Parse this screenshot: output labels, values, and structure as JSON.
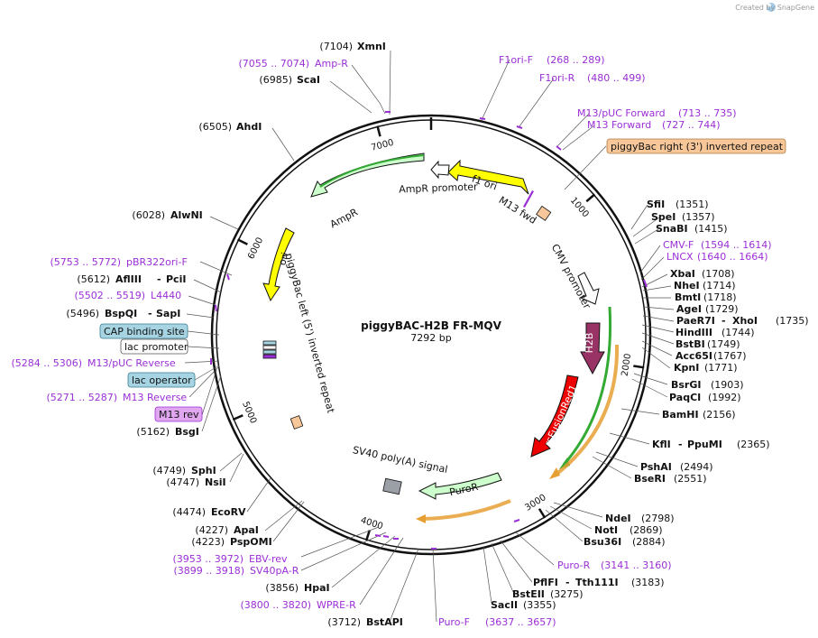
{
  "watermark": "Created by SnapGene",
  "plasmid": {
    "name": "piggyBAC-H2B FR-MQV",
    "length_label": "7292 bp"
  },
  "ruler_ticks": [
    "1000",
    "2000",
    "3000",
    "4000",
    "5000",
    "6000",
    "7000"
  ],
  "features_text": {
    "ampr": "AmpR",
    "ampr_promoter": "AmpR promoter",
    "f1_ori": "f1 ori",
    "m13_fwd": "M13 fwd",
    "ori": "ori",
    "piggybac_left": "piggyBac left (5') inverted repeat",
    "cmv_promoter": "CMV promoter",
    "h2b": "H2B",
    "rsfusionred1": "rsFusionRed1",
    "sv40_polya": "SV40 poly(A) signal",
    "puror": "PuroR"
  },
  "boxed_labels": {
    "piggybac_right": "piggyBac right (3') inverted repeat",
    "cap_binding": "CAP binding site",
    "lac_promoter": "lac promoter",
    "lac_operator": "lac operator",
    "m13_rev": "M13 rev"
  },
  "labels": {
    "xmni": {
      "pos": "(7104)",
      "name": "XmnI"
    },
    "amp_r": {
      "range": "(7055 .. 7074)",
      "name": "Amp-R"
    },
    "scai": {
      "pos": "(6985)",
      "name": "ScaI"
    },
    "ahdi": {
      "pos": "(6505)",
      "name": "AhdI"
    },
    "alwni": {
      "pos": "(6028)",
      "name": "AlwNI"
    },
    "pbr322": {
      "range": "(5753 .. 5772)",
      "name": "pBR322ori-F"
    },
    "aflIII": {
      "pos": "(5612)",
      "name": "AflIII",
      "name2": "PciI"
    },
    "l4440": {
      "range": "(5502 .. 5519)",
      "name": "L4440"
    },
    "bspqi": {
      "pos": "(5496)",
      "name": "BspQI",
      "name2": "SapI"
    },
    "m13puc_rev": {
      "range": "(5284 .. 5306)",
      "name": "M13/pUC Reverse"
    },
    "m13_reverse": {
      "range": "(5271 .. 5287)",
      "name": "M13 Reverse"
    },
    "bsgi": {
      "pos": "(5162)",
      "name": "BsgI"
    },
    "sphi": {
      "pos": "(4749)",
      "name": "SphI"
    },
    "nsii": {
      "pos": "(4747)",
      "name": "NsiI"
    },
    "ecorv": {
      "pos": "(4474)",
      "name": "EcoRV"
    },
    "apai": {
      "pos": "(4227)",
      "name": "ApaI"
    },
    "pspomi": {
      "pos": "(4223)",
      "name": "PspOMI"
    },
    "ebv_rev": {
      "range": "(3953 .. 3972)",
      "name": "EBV-rev"
    },
    "sv40pa_r": {
      "range": "(3899 .. 3918)",
      "name": "SV40pA-R"
    },
    "hpai": {
      "pos": "(3856)",
      "name": "HpaI"
    },
    "wpre_r": {
      "range": "(3800 .. 3820)",
      "name": "WPRE-R"
    },
    "bstapi": {
      "pos": "(3712)",
      "name": "BstAPI"
    },
    "puro_f": {
      "name": "Puro-F",
      "range": "(3637 .. 3657)"
    },
    "sacii": {
      "name": "SacII",
      "pos": "(3355)"
    },
    "bsteii": {
      "name": "BstEII",
      "pos": "(3275)"
    },
    "pflfi": {
      "name": "PflFI",
      "name2": "Tth111I",
      "pos": "(3183)"
    },
    "puro_r": {
      "name": "Puro-R",
      "range": "(3141 .. 3160)"
    },
    "bsu36i": {
      "name": "Bsu36I",
      "pos": "(2884)"
    },
    "noti": {
      "name": "NotI",
      "pos": "(2869)"
    },
    "ndei": {
      "name": "NdeI",
      "pos": "(2798)"
    },
    "bseri": {
      "name": "BseRI",
      "pos": "(2551)"
    },
    "pshai": {
      "name": "PshAI",
      "pos": "(2494)"
    },
    "kfli": {
      "name": "KflI",
      "name2": "PpuMI",
      "pos": "(2365)"
    },
    "bamhi": {
      "name": "BamHI",
      "pos": "(2156)"
    },
    "paqci": {
      "name": "PaqCI",
      "pos": "(1992)"
    },
    "bsrgi": {
      "name": "BsrGI",
      "pos": "(1903)"
    },
    "kpni": {
      "name": "KpnI",
      "pos": "(1771)"
    },
    "acc65i": {
      "name": "Acc65I",
      "pos": "(1767)"
    },
    "bstbi": {
      "name": "BstBI",
      "pos": "(1749)"
    },
    "hindIII": {
      "name": "HindIII",
      "pos": "(1744)"
    },
    "paer7i": {
      "name": "PaeR7I",
      "name2": "XhoI",
      "pos": "(1735)"
    },
    "agei": {
      "name": "AgeI",
      "pos": "(1729)"
    },
    "bmti": {
      "name": "BmtI",
      "pos": "(1718)"
    },
    "nhei": {
      "name": "NheI",
      "pos": "(1714)"
    },
    "xbai": {
      "name": "XbaI",
      "pos": "(1708)"
    },
    "lncx": {
      "name": "LNCX",
      "range": "(1640 .. 1664)"
    },
    "cmv_f": {
      "name": "CMV-F",
      "range": "(1594 .. 1614)"
    },
    "snabi": {
      "name": "SnaBI",
      "pos": "(1415)"
    },
    "spei": {
      "name": "SpeI",
      "pos": "(1357)"
    },
    "sfii": {
      "name": "SfiI",
      "pos": "(1351)"
    },
    "m13_forward": {
      "name": "M13 Forward",
      "range": "(727 .. 744)"
    },
    "m13puc_fwd": {
      "name": "M13/pUC Forward",
      "range": "(713 .. 735)"
    },
    "f1ori_r": {
      "name": "F1ori-R",
      "range": "(480 .. 499)"
    },
    "f1ori_f": {
      "name": "F1ori-F",
      "range": "(268 .. 289)"
    }
  },
  "colors": {
    "backbone": "#111111",
    "primer": "#9b2fd6",
    "f1ori": "#ffff00",
    "ori": "#ffff00",
    "ampr": "#ccffcc",
    "cmv": "#ffffff",
    "h2b": "#993366",
    "rsfusionred1": "#ee0000",
    "orf_green": "#33aa33",
    "orf_orange": "#e69f33",
    "piggybac": "#f7c79a",
    "cap": "#a6d4e3",
    "m13rev": "#e0a6f0",
    "sv40": "#9aa0a6"
  }
}
